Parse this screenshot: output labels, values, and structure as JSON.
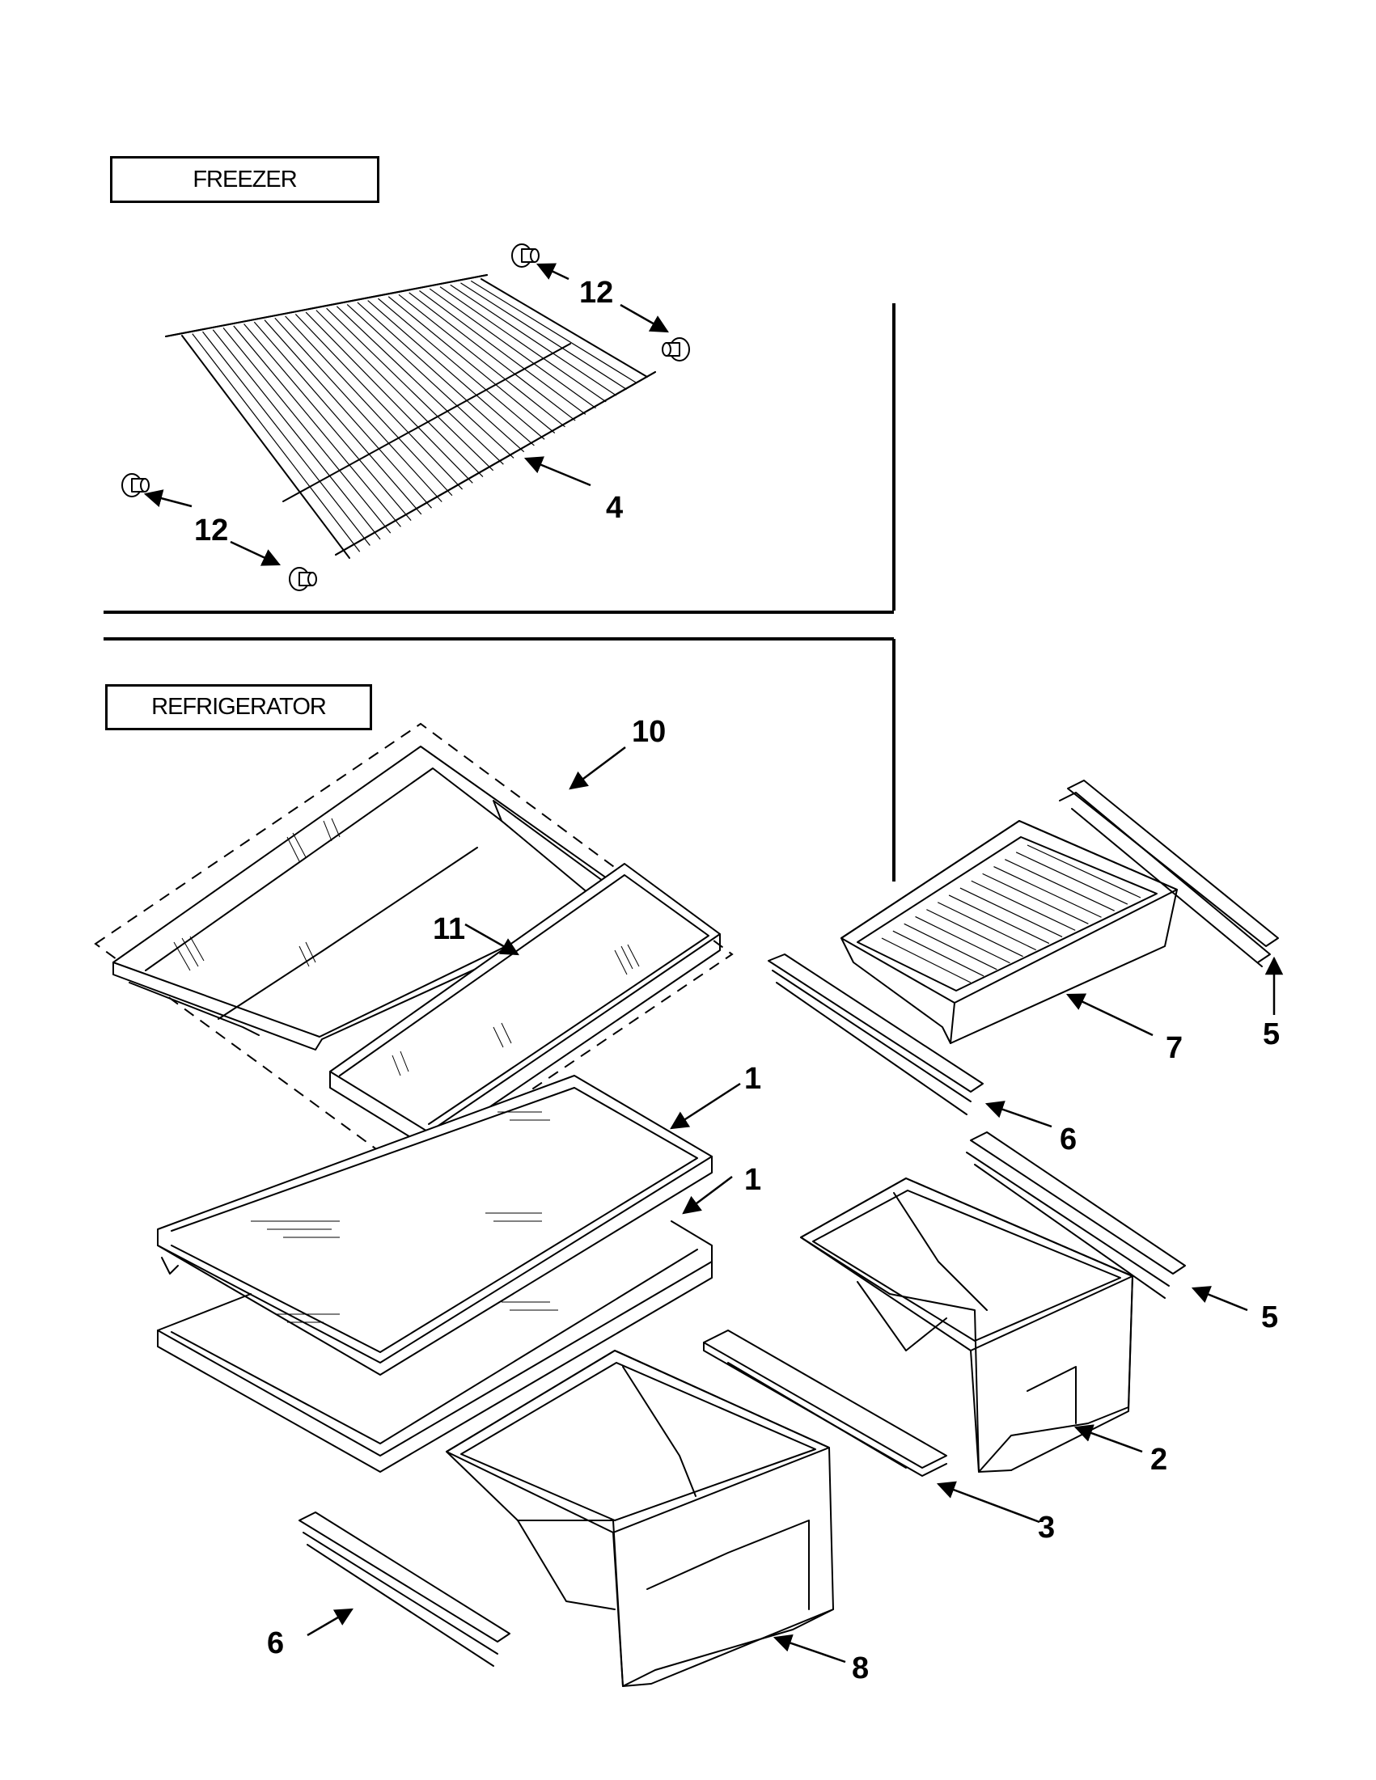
{
  "sections": {
    "freezer": {
      "label": "FREEZER"
    },
    "refrigerator": {
      "label": "REFRIGERATOR"
    }
  },
  "callouts": [
    {
      "id": "callout-12-top",
      "label": "12"
    },
    {
      "id": "callout-4",
      "label": "4"
    },
    {
      "id": "callout-12-bottom",
      "label": "12"
    },
    {
      "id": "callout-10",
      "label": "10"
    },
    {
      "id": "callout-11",
      "label": "11"
    },
    {
      "id": "callout-1-upper",
      "label": "1"
    },
    {
      "id": "callout-1-lower",
      "label": "1"
    },
    {
      "id": "callout-5-upper",
      "label": "5"
    },
    {
      "id": "callout-7",
      "label": "7"
    },
    {
      "id": "callout-6-right",
      "label": "6"
    },
    {
      "id": "callout-5-lower",
      "label": "5"
    },
    {
      "id": "callout-2",
      "label": "2"
    },
    {
      "id": "callout-3",
      "label": "3"
    },
    {
      "id": "callout-6-left",
      "label": "6"
    },
    {
      "id": "callout-8",
      "label": "8"
    }
  ]
}
